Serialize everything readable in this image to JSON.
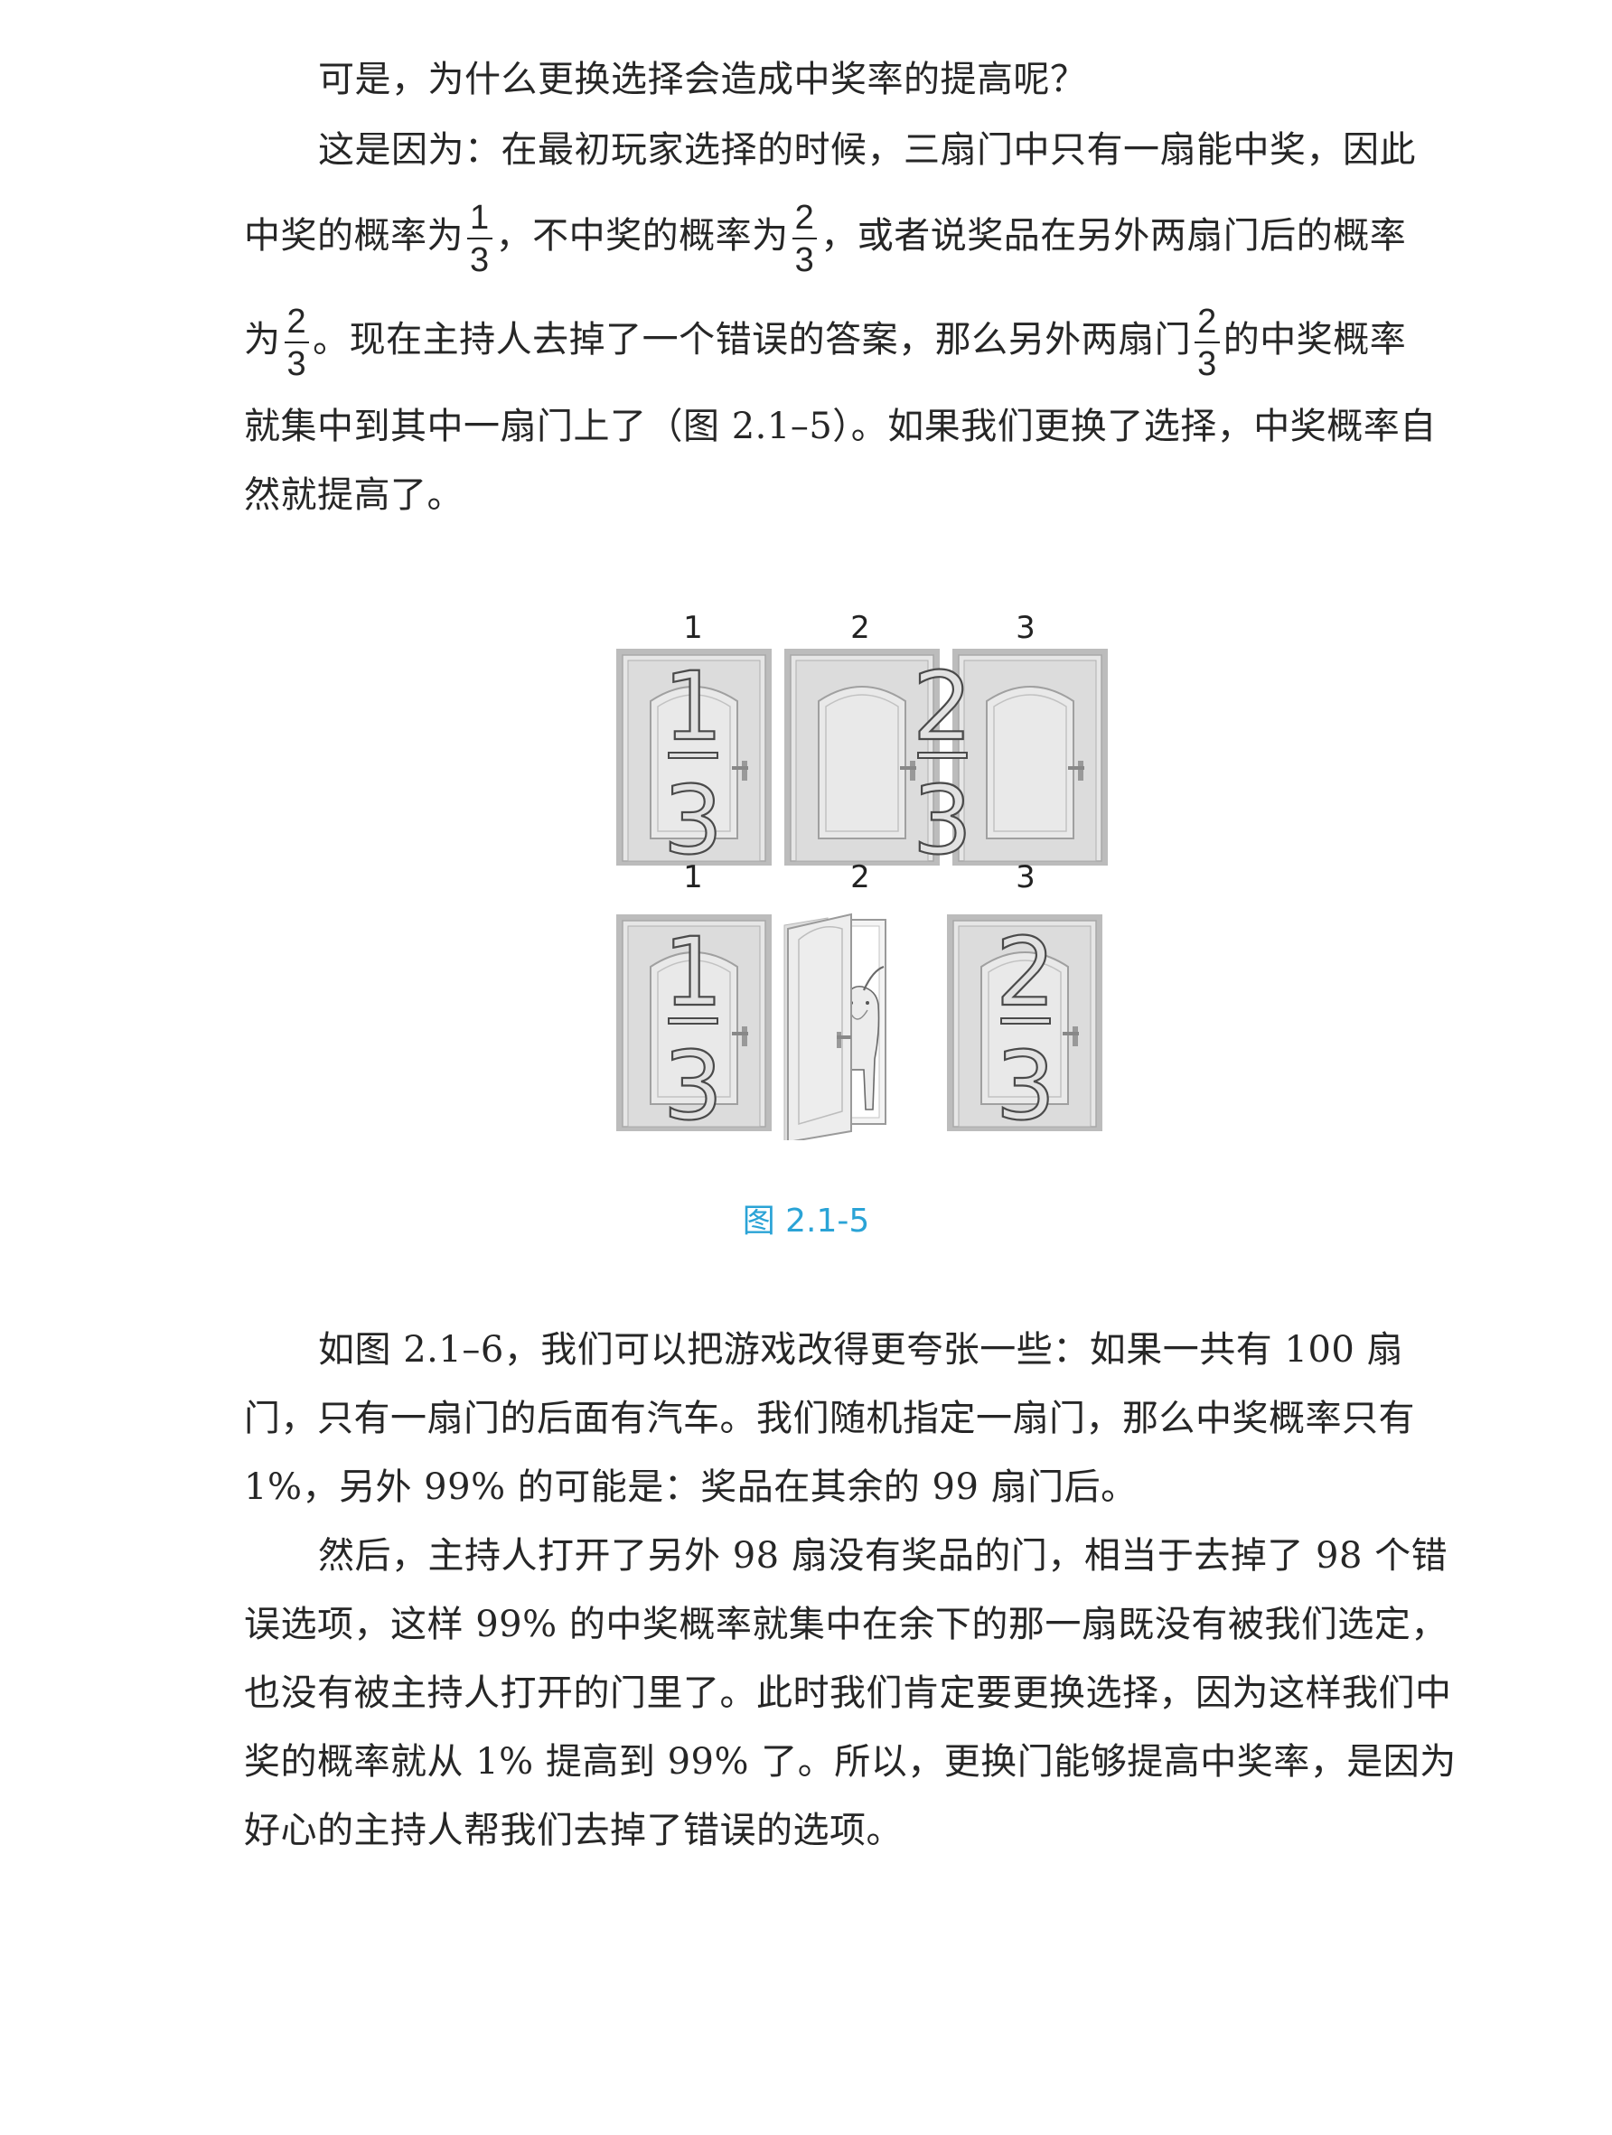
{
  "para1": "可是，为什么更换选择会造成中奖率的提高呢？",
  "para2": {
    "t1": "这是因为：在最初玩家选择的时候，三扇门中只有一扇能中奖，因此",
    "t2": "中奖的概率为",
    "f1": {
      "num": "1",
      "den": "3"
    },
    "t3": "，不中奖的概率为",
    "f2": {
      "num": "2",
      "den": "3"
    },
    "t4": "，或者说奖品在另外两扇门后的概率",
    "t5": "为",
    "f3": {
      "num": "2",
      "den": "3"
    },
    "t6": "。现在主持人去掉了一个错误的答案，那么另外两扇门",
    "f4": {
      "num": "2",
      "den": "3"
    },
    "t7": "的中奖概率",
    "t8": "就集中到其中一扇门上了（图 2.1–5）。如果我们更换了选择，中奖概率自",
    "t9": "然就提高了。"
  },
  "figure": {
    "top_labels": [
      "1",
      "2",
      "3"
    ],
    "bottom_labels": [
      "1",
      "2",
      "3"
    ],
    "top_fractions": [
      {
        "num": "1",
        "den": "3"
      },
      {
        "num": "2",
        "den": "3"
      }
    ],
    "bottom_fractions": [
      {
        "num": "1",
        "den": "3"
      },
      {
        "num": "2",
        "den": "3"
      }
    ],
    "caption": "图 2.1-5"
  },
  "para3": "如图 2.1–6，我们可以把游戏改得更夸张一些：如果一共有 100 扇门，只有一扇门的后面有汽车。我们随机指定一扇门，那么中奖概率只有 1%，另外 99% 的可能是：奖品在其余的 99 扇门后。",
  "para4": "然后，主持人打开了另外 98 扇没有奖品的门，相当于去掉了 98 个错误选项，这样 99% 的中奖概率就集中在余下的那一扇既没有被我们选定，也没有被主持人打开的门里了。此时我们肯定要更换选择，因为这样我们中奖的概率就从 1% 提高到 99% 了。所以，更换门能够提高中奖率，是因为好心的主持人帮我们去掉了错误的选项。"
}
